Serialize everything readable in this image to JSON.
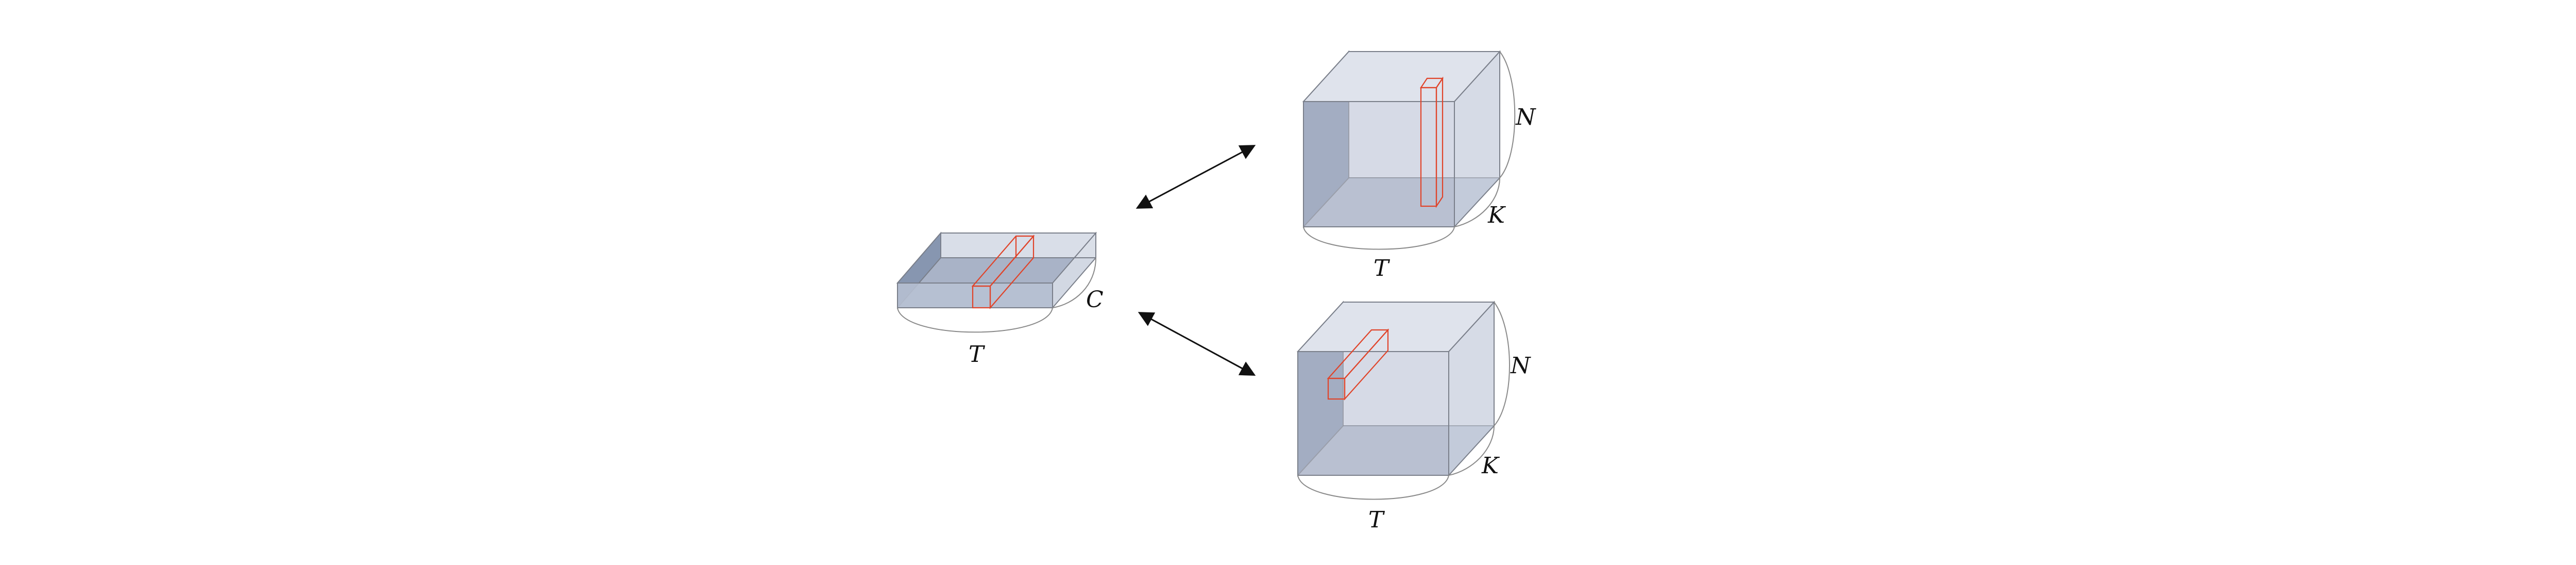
{
  "diagram": {
    "labels": {
      "flat": {
        "c": "C",
        "t": "T"
      },
      "cube_top": {
        "n": "N",
        "k": "K",
        "t": "T"
      },
      "cube_bottom": {
        "n": "N",
        "k": "K",
        "t": "T"
      }
    },
    "colors": {
      "box_fill": "#d6dbe6",
      "top_face": "#d9dee8",
      "side_face": "#8796b0",
      "bottom_face": "#a9b3c7",
      "edge": "#7a7f8a",
      "highlight": "#e0442a",
      "brace": "#8a8a8a",
      "arrow": "#111111"
    }
  }
}
